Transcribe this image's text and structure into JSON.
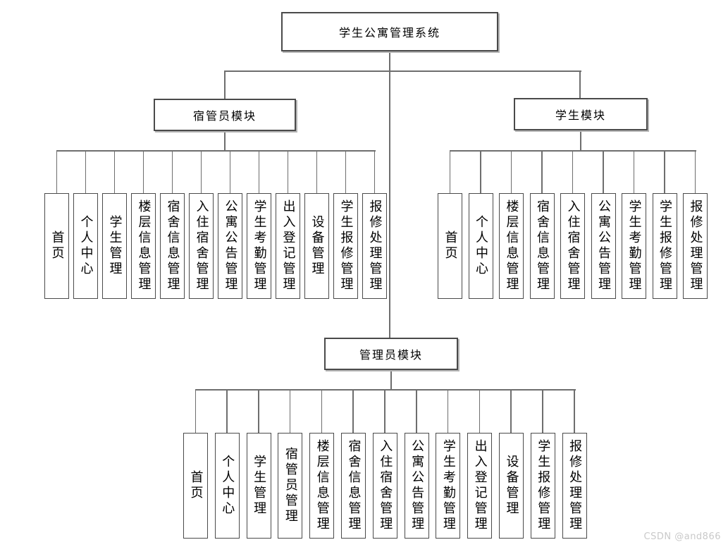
{
  "root": {
    "label": "学生公寓管理系统"
  },
  "modules": [
    {
      "label": "宿管员模块",
      "children": [
        "首页",
        "个人中心",
        "学生管理",
        "楼层信息管理",
        "宿舍信息管理",
        "入住宿舍管理",
        "公寓公告管理",
        "学生考勤管理",
        "出入登记管理",
        "设备管理",
        "学生报修管理",
        "报修处理管理"
      ]
    },
    {
      "label": "学生模块",
      "children": [
        "首页",
        "个人中心",
        "楼层信息管理",
        "宿舍信息管理",
        "入住宿舍管理",
        "公寓公告管理",
        "学生考勤管理",
        "学生报修管理",
        "报修处理管理"
      ]
    },
    {
      "label": "管理员模块",
      "children": [
        "首页",
        "个人中心",
        "学生管理",
        "宿管员管理",
        "楼层信息管理",
        "宿舍信息管理",
        "入住宿舍管理",
        "公寓公告管理",
        "学生考勤管理",
        "出入登记管理",
        "设备管理",
        "学生报修管理",
        "报修处理管理"
      ]
    }
  ],
  "watermark": {
    "text": "CSDN @and866"
  },
  "colors": {
    "line": "#6e6e6e",
    "box_border": "#4a4a4a",
    "background": "#ffffff",
    "text": "#000000",
    "watermark": "#c9c9c9"
  }
}
